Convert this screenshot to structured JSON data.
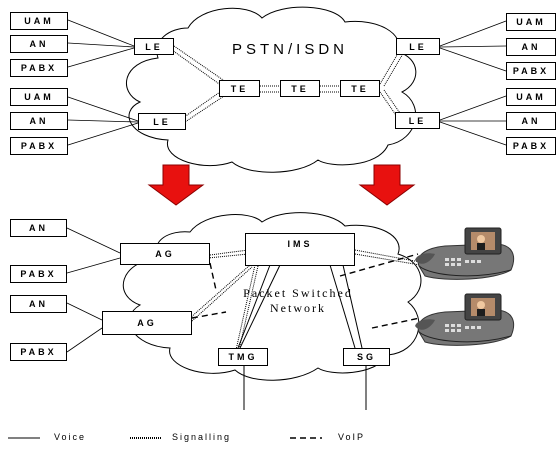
{
  "top": {
    "cloud_label": "PSTN/ISDN",
    "left_group_1": [
      "UAM",
      "AN",
      "PABX"
    ],
    "left_group_2": [
      "UAM",
      "AN",
      "PABX"
    ],
    "right_group_1": [
      "UAM",
      "AN",
      "PABX"
    ],
    "right_group_2": [
      "UAM",
      "AN",
      "PABX"
    ],
    "local_exchange": "LE",
    "transit_exchange": "TE"
  },
  "bottom": {
    "cloud_label_line1": "Packet Switched",
    "cloud_label_line2": "Network",
    "ims": "IMS",
    "access_gateway": "AG",
    "tmg": "TMG",
    "sg": "SG",
    "left_group_1": [
      "AN",
      "PABX"
    ],
    "left_group_2": [
      "AN",
      "PABX"
    ]
  },
  "legend": {
    "voice": "Voice",
    "signalling": "Signalling",
    "voip": "VoIP"
  },
  "colors": {
    "arrow_fill": "#e8110f",
    "arrow_stroke": "#8b0000",
    "line": "#000000"
  }
}
